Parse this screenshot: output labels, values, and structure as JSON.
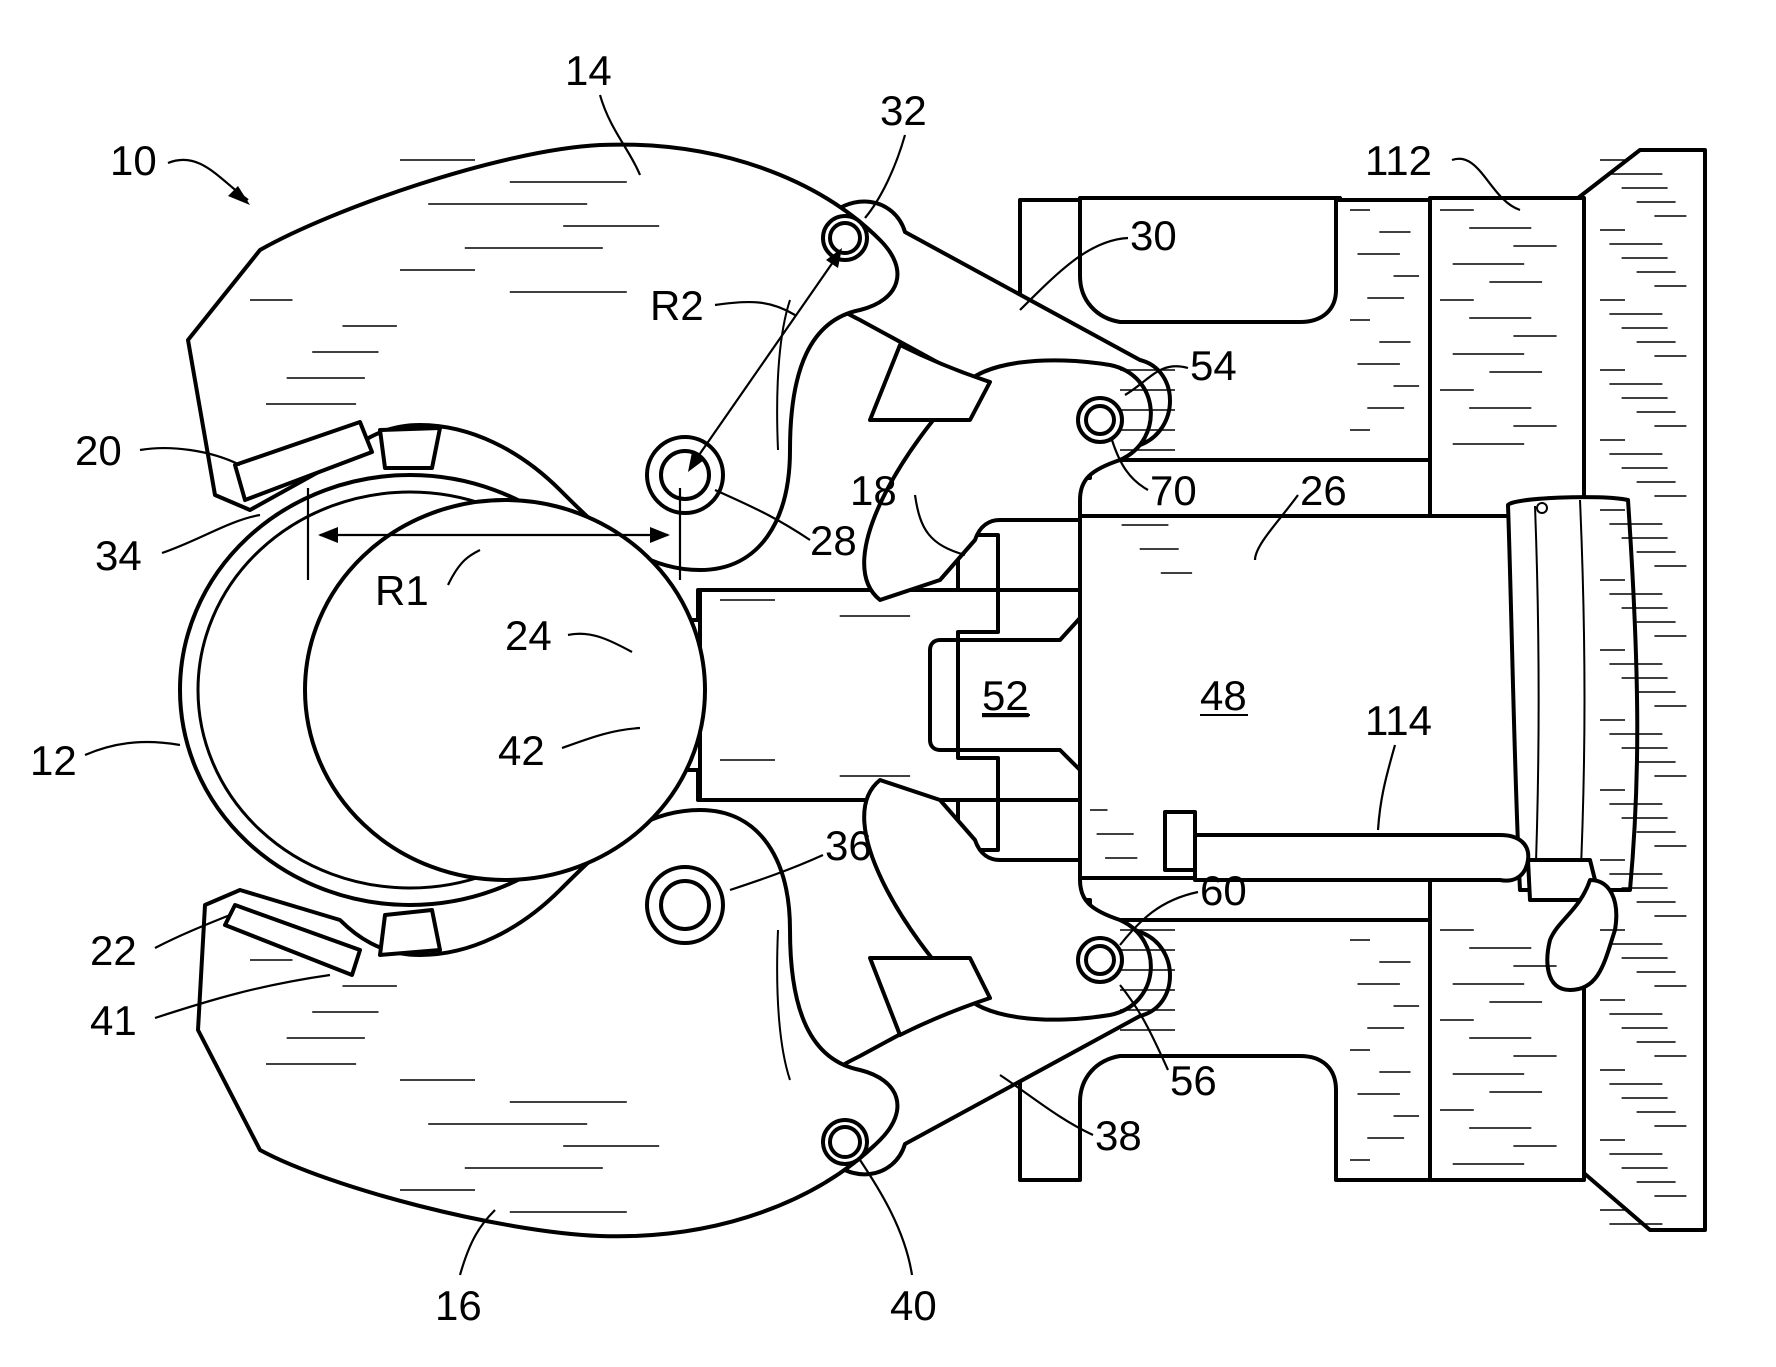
{
  "labels": {
    "assembly": "10",
    "pipe": "12",
    "upper_jaw": "14",
    "lower_jaw": "16",
    "carriage": "18",
    "upper_insert": "20",
    "lower_insert": "22",
    "center_die": "24",
    "cylinder": "26",
    "upper_pivot": "28",
    "upper_link": "30",
    "upper_link_pin": "32",
    "upper_die": "34",
    "lower_pivot": "36",
    "lower_link": "38",
    "lower_link_pin": "40",
    "lower_die": "41",
    "die_face": "42",
    "cylinder_body": "48",
    "piston": "52",
    "upper_carriage_pin": "54",
    "lower_carriage_pin_ref": "56",
    "lower_carriage_pin": "60",
    "upper_pin_ref": "70",
    "frame": "112",
    "hose": "114",
    "radius_1": "R1",
    "radius_2": "R2"
  }
}
